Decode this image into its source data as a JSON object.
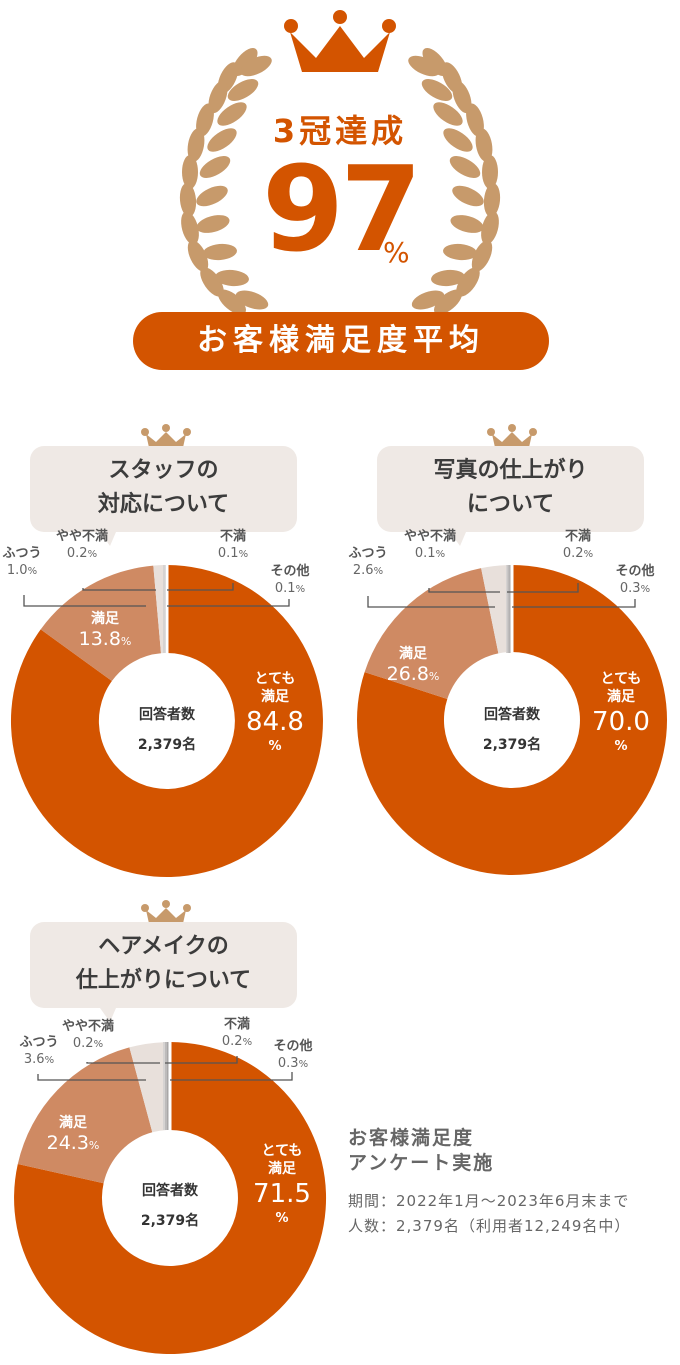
{
  "hero": {
    "subtitle": "3冠達成",
    "value": "97",
    "unit": "%",
    "band_label": "お客様満足度平均",
    "colors": {
      "accent": "#d35400",
      "laurel": "#c79a6b"
    }
  },
  "charts": [
    {
      "title_line1": "スタッフの",
      "title_line2": "対応について",
      "center_label": "回答者数",
      "center_value": "2,379名",
      "main_label_1": "とても",
      "main_label_2": "満足",
      "main_value": "84.8",
      "main_unit": "%",
      "second_label": "満足",
      "second_value": "13.8",
      "second_unit": "%",
      "small": [
        {
          "label": "ふつう",
          "value": "1.0",
          "unit": "%"
        },
        {
          "label": "やや不満",
          "value": "0.2",
          "unit": "%"
        },
        {
          "label": "不満",
          "value": "0.1",
          "unit": "%"
        },
        {
          "label": "その他",
          "value": "0.1",
          "unit": "%"
        }
      ]
    },
    {
      "title_line1": "写真の仕上がり",
      "title_line2": "について",
      "center_label": "回答者数",
      "center_value": "2,379名",
      "main_label_1": "とても",
      "main_label_2": "満足",
      "main_value": "70.0",
      "main_unit": "%",
      "second_label": "満足",
      "second_value": "26.8",
      "second_unit": "%",
      "small": [
        {
          "label": "ふつう",
          "value": "2.6",
          "unit": "%"
        },
        {
          "label": "やや不満",
          "value": "0.1",
          "unit": "%"
        },
        {
          "label": "不満",
          "value": "0.2",
          "unit": "%"
        },
        {
          "label": "その他",
          "value": "0.3",
          "unit": "%"
        }
      ]
    },
    {
      "title_line1": "ヘアメイクの",
      "title_line2": "仕上がりについて",
      "center_label": "回答者数",
      "center_value": "2,379名",
      "main_label_1": "とても",
      "main_label_2": "満足",
      "main_value": "71.5",
      "main_unit": "%",
      "second_label": "満足",
      "second_value": "24.3",
      "second_unit": "%",
      "small": [
        {
          "label": "ふつう",
          "value": "3.6",
          "unit": "%"
        },
        {
          "label": "やや不満",
          "value": "0.2",
          "unit": "%"
        },
        {
          "label": "不満",
          "value": "0.2",
          "unit": "%"
        },
        {
          "label": "その他",
          "value": "0.3",
          "unit": "%"
        }
      ]
    }
  ],
  "survey_note": {
    "title_line1": "お客様満足度",
    "title_line2": "アンケート実施",
    "period": "期間：2022年1月～2023年6月末まで",
    "respondents": "人数：2,379名（利用者12,249名中）"
  },
  "chart_data": [
    {
      "type": "pie",
      "title": "スタッフの対応について",
      "categories": [
        "とても満足",
        "満足",
        "ふつう",
        "やや不満",
        "不満",
        "その他"
      ],
      "values": [
        84.8,
        13.8,
        1.0,
        0.2,
        0.1,
        0.1
      ],
      "colors": [
        "#d35400",
        "#cf8a63",
        "#e8e0db",
        "#d6d3d2",
        "#bdbbbb",
        "#a9a7a7"
      ],
      "center_text": "回答者数 2,379名",
      "unit": "%"
    },
    {
      "type": "pie",
      "title": "写真の仕上がりについて",
      "categories": [
        "とても満足",
        "満足",
        "ふつう",
        "やや不満",
        "不満",
        "その他"
      ],
      "values": [
        70.0,
        26.8,
        2.6,
        0.1,
        0.2,
        0.3
      ],
      "colors": [
        "#d35400",
        "#cf8a63",
        "#e8e0db",
        "#d6d3d2",
        "#bdbbbb",
        "#a9a7a7"
      ],
      "center_text": "回答者数 2,379名",
      "unit": "%"
    },
    {
      "type": "pie",
      "title": "ヘアメイクの仕上がりについて",
      "categories": [
        "とても満足",
        "満足",
        "ふつう",
        "やや不満",
        "不満",
        "その他"
      ],
      "values": [
        71.5,
        24.3,
        3.6,
        0.2,
        0.2,
        0.3
      ],
      "colors": [
        "#d35400",
        "#cf8a63",
        "#e8e0db",
        "#d6d3d2",
        "#bdbbbb",
        "#a9a7a7"
      ],
      "center_text": "回答者数 2,379名",
      "unit": "%"
    }
  ]
}
